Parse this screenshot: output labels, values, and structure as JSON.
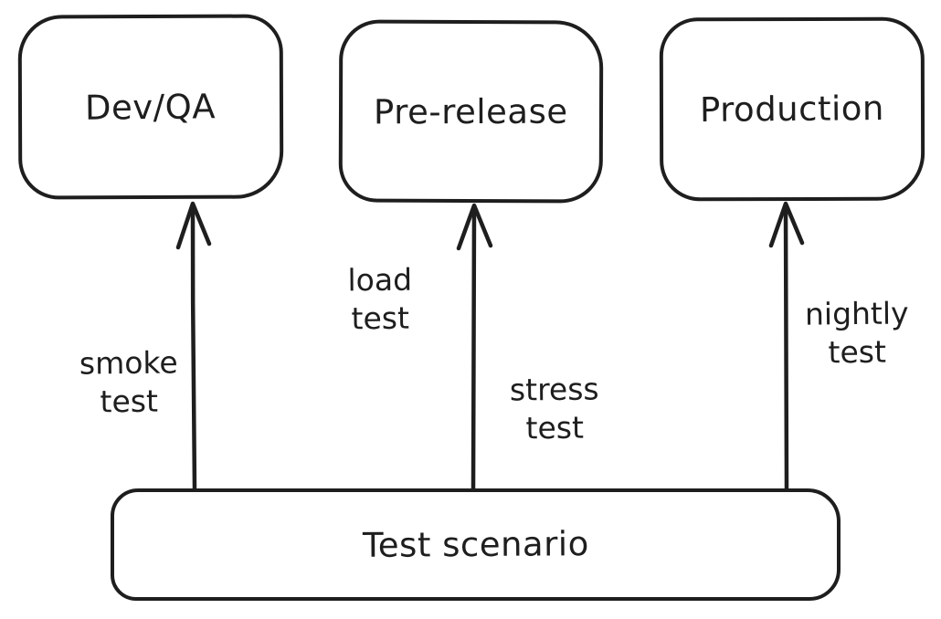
{
  "diagram": {
    "type": "flowchart",
    "style": "hand-drawn",
    "colors": {
      "stroke": "#1e1e1e",
      "text": "#1e1e1e",
      "background": "#ffffff",
      "node_fill": "#ffffff"
    },
    "nodes": [
      {
        "id": "dev-qa",
        "label": "Dev/QA"
      },
      {
        "id": "pre-release",
        "label": "Pre-release"
      },
      {
        "id": "production",
        "label": "Production"
      },
      {
        "id": "test-scenario",
        "label": "Test scenario"
      }
    ],
    "edges": [
      {
        "from": "test-scenario",
        "to": "dev-qa",
        "direction": "up",
        "labels": [
          "smoke\ntest"
        ]
      },
      {
        "from": "test-scenario",
        "to": "pre-release",
        "direction": "up",
        "labels": [
          "load\ntest",
          "stress\ntest"
        ]
      },
      {
        "from": "test-scenario",
        "to": "production",
        "direction": "up",
        "labels": [
          "nightly\ntest"
        ]
      }
    ]
  }
}
